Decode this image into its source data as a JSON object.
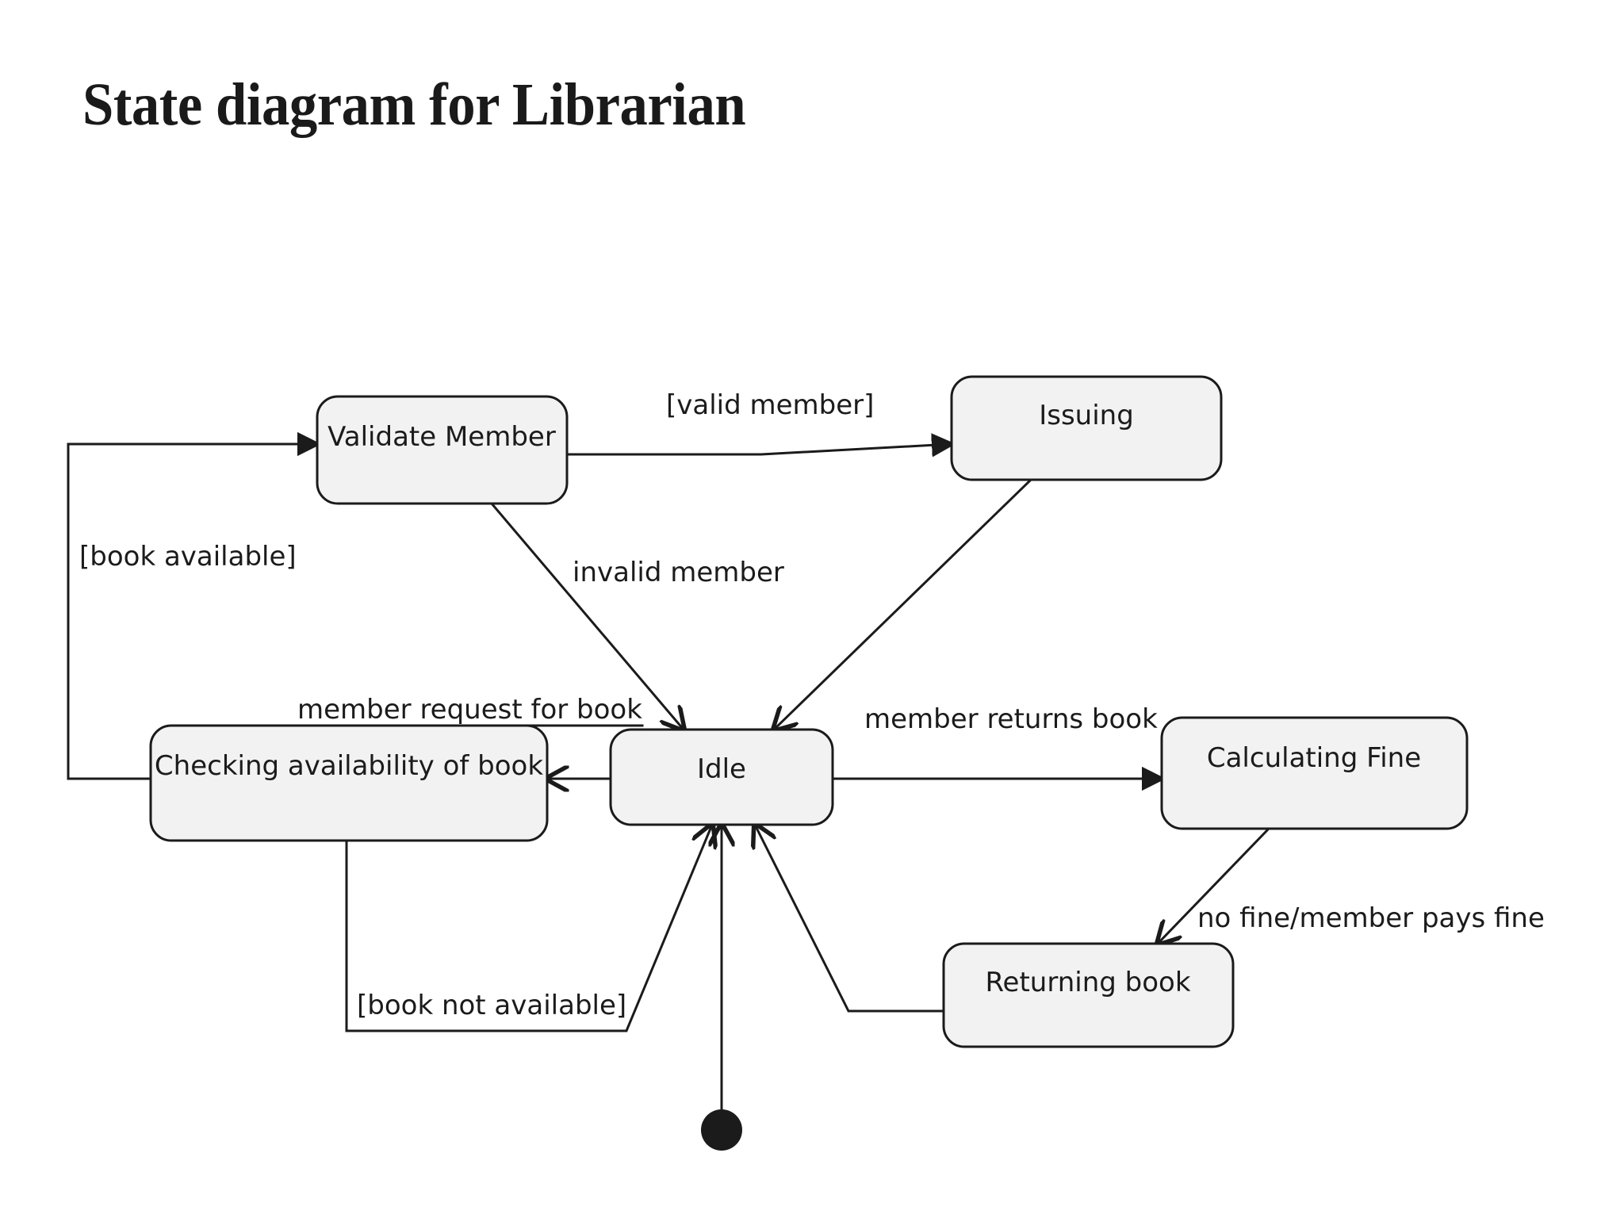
{
  "slide": {
    "title": "State diagram for Librarian",
    "background_color": "#ffffff",
    "title_color": "#1a1a1a"
  },
  "diagram": {
    "type": "uml-state-diagram",
    "node_fill": "#f2f2f2",
    "node_stroke": "#1b1b1b",
    "states": [
      {
        "id": "validate-member",
        "label": "Validate Member"
      },
      {
        "id": "issuing",
        "label": "Issuing"
      },
      {
        "id": "checking-availability",
        "label": "Checking availability of book"
      },
      {
        "id": "idle",
        "label": "Idle"
      },
      {
        "id": "calculating-fine",
        "label": "Calculating Fine"
      },
      {
        "id": "returning-book",
        "label": "Returning book"
      }
    ],
    "initial_state": {
      "id": "initial-state",
      "label": ""
    },
    "transitions": [
      {
        "id": "t-valid-member",
        "from": "validate-member",
        "to": "issuing",
        "label": "[valid member]"
      },
      {
        "id": "t-invalid-member",
        "from": "validate-member",
        "to": "idle",
        "label": "invalid member"
      },
      {
        "id": "t-book-available",
        "from": "checking-availability",
        "to": "validate-member",
        "label": "[book available]"
      },
      {
        "id": "t-member-request",
        "from": "idle",
        "to": "checking-availability",
        "label": "member request for book"
      },
      {
        "id": "t-member-returns",
        "from": "idle",
        "to": "calculating-fine",
        "label": "member returns book"
      },
      {
        "id": "t-no-fine",
        "from": "calculating-fine",
        "to": "returning-book",
        "label": "no fine/member pays fine"
      },
      {
        "id": "t-book-not-available",
        "from": "checking-availability",
        "to": "idle",
        "label": "[book not available]"
      },
      {
        "id": "t-issuing-idle",
        "from": "issuing",
        "to": "idle",
        "label": ""
      },
      {
        "id": "t-returning-idle",
        "from": "returning-book",
        "to": "idle",
        "label": ""
      },
      {
        "id": "t-start-idle",
        "from": "initial-state",
        "to": "idle",
        "label": ""
      }
    ]
  }
}
